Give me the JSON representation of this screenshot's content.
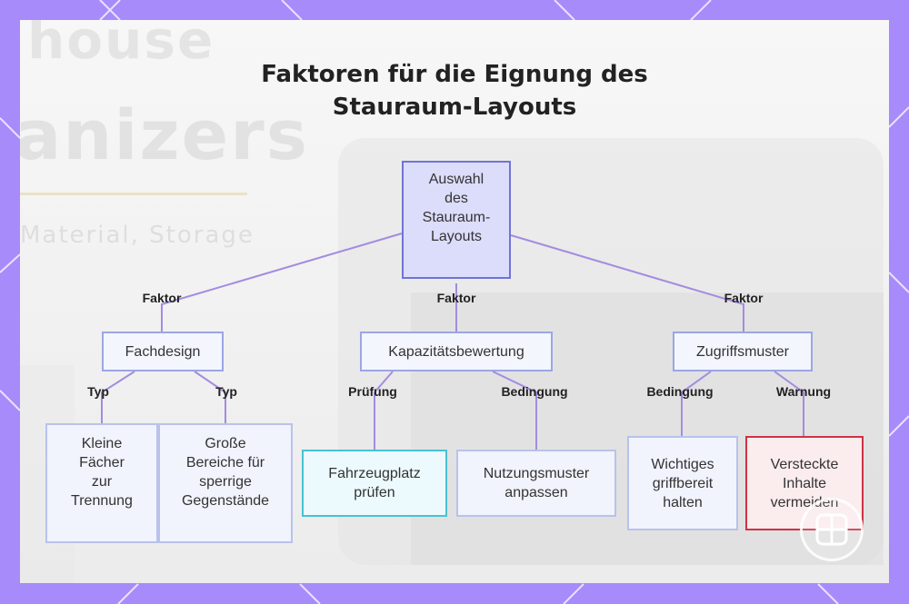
{
  "title": {
    "line1": "Faktoren für die Eignung des",
    "line2": "Stauraum-Layouts"
  },
  "background": {
    "word1": "house",
    "word2": "anizers",
    "word3": "Material, Storage"
  },
  "diagram": {
    "root": {
      "lines": [
        "Auswahl",
        "des",
        "Stauraum-",
        "Layouts"
      ]
    },
    "factors": [
      {
        "label": "Fachdesign",
        "edge": "Faktor"
      },
      {
        "label": "Kapazitätsbewertung",
        "edge": "Faktor"
      },
      {
        "label": "Zugriffsmuster",
        "edge": "Faktor"
      }
    ],
    "leaves": [
      {
        "lines": [
          "Kleine",
          "Fächer",
          "zur",
          "Trennung"
        ],
        "edge": "Typ"
      },
      {
        "lines": [
          "Große",
          "Bereiche für",
          "sperrige",
          "Gegenstände"
        ],
        "edge": "Typ"
      },
      {
        "lines": [
          "Fahrzeugplatz",
          "prüfen"
        ],
        "edge": "Prüfung"
      },
      {
        "lines": [
          "Nutzungsmuster",
          "anpassen"
        ],
        "edge": "Bedingung"
      },
      {
        "lines": [
          "Wichtiges",
          "griffbereit",
          "halten"
        ],
        "edge": "Bedingung"
      },
      {
        "lines": [
          "Versteckte",
          "Inhalte",
          "vermeiden"
        ],
        "edge": "Warnung"
      }
    ]
  },
  "colors": {
    "frame": "#a78bfa",
    "connector": "#a48be0",
    "root_border": "#6f74d6",
    "teal_border": "#49c2d2",
    "warning_border": "#cc3344"
  }
}
